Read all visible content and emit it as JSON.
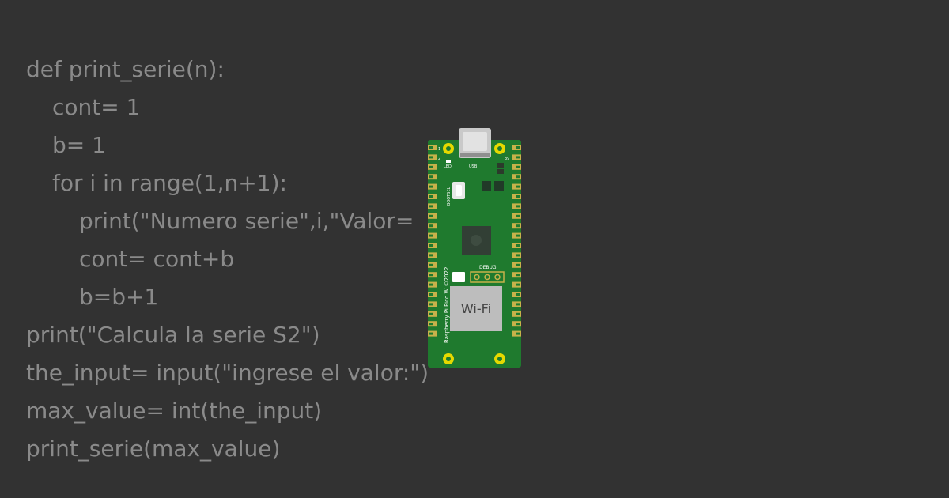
{
  "code": {
    "lines": [
      {
        "text": "def print_serie(n):",
        "indent": 0
      },
      {
        "text": "cont= 1",
        "indent": 1
      },
      {
        "text": "b= 1",
        "indent": 1
      },
      {
        "text": "for i in range(1,n+1):",
        "indent": 1
      },
      {
        "text": "print(\"Numero serie\",i,\"Valor=",
        "indent": 2
      },
      {
        "text": "cont= cont+b",
        "indent": 2
      },
      {
        "text": "b=b+1",
        "indent": 2
      },
      {
        "text": "print(\"Calcula la serie S2\")",
        "indent": 0
      },
      {
        "text": "the_input= input(\"ingrese el valor:\")",
        "indent": 0
      },
      {
        "text": "max_value= int(the_input)",
        "indent": 0
      },
      {
        "text": "print_serie(max_value)",
        "indent": 0
      }
    ]
  },
  "board": {
    "name_text": "Raspberry Pi Pico W ©2022",
    "wifi_label": "Wi-Fi",
    "debug_label": "DEBUG",
    "led_label": "LED",
    "usb_label": "USB",
    "bootsel_label": "BOOTSEL",
    "pin_1_label": "1",
    "pin_2_label": "2",
    "pin_39_label": "39",
    "colors": {
      "pcb": "#1f7a2e",
      "pad": "#c7b24a",
      "mount_hole": "#e5d900",
      "wifi_module": "#bdbdbd"
    }
  },
  "colors": {
    "background": "#323232",
    "code_text": "#8a8a8a"
  }
}
